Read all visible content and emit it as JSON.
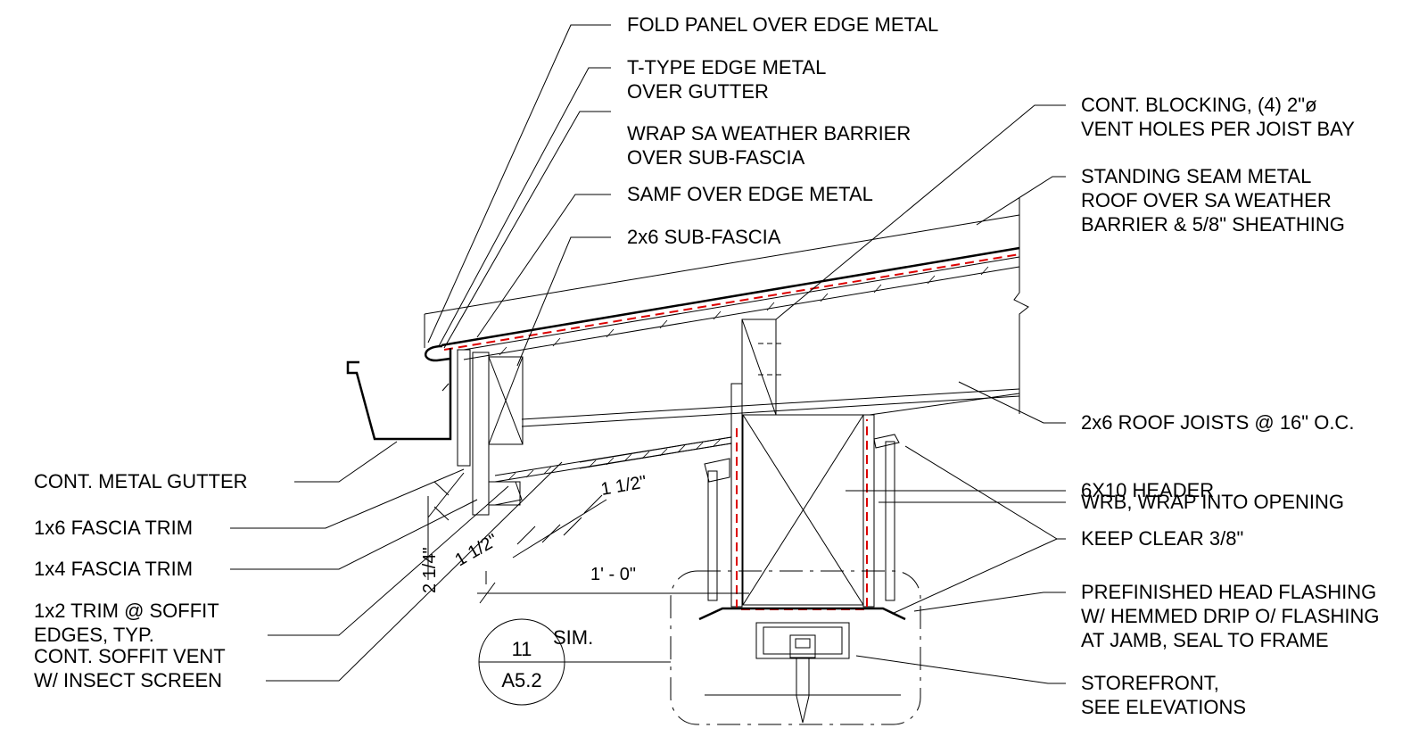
{
  "labels_left": [
    {
      "id": "cont-metal-gutter",
      "lines": [
        "CONT. METAL GUTTER"
      ]
    },
    {
      "id": "1x6-fascia-trim",
      "lines": [
        "1x6 FASCIA TRIM"
      ]
    },
    {
      "id": "1x4-fascia-trim",
      "lines": [
        "1x4 FASCIA TRIM"
      ]
    },
    {
      "id": "1x2-trim",
      "lines": [
        "1x2 TRIM @ SOFFIT",
        "EDGES, TYP."
      ]
    },
    {
      "id": "cont-soffit-vent",
      "lines": [
        "CONT. SOFFIT VENT",
        "W/ INSECT SCREEN"
      ]
    }
  ],
  "labels_top": [
    {
      "id": "fold-panel",
      "lines": [
        "FOLD PANEL OVER EDGE METAL"
      ]
    },
    {
      "id": "t-type-edge-metal",
      "lines": [
        "T-TYPE EDGE METAL",
        "OVER GUTTER"
      ]
    },
    {
      "id": "wrap-sa-weather-barrier",
      "lines": [
        "WRAP SA WEATHER BARRIER",
        "OVER SUB-FASCIA"
      ]
    },
    {
      "id": "samf",
      "lines": [
        "SAMF OVER EDGE METAL"
      ]
    },
    {
      "id": "2x6-sub-fascia",
      "lines": [
        "2x6 SUB-FASCIA"
      ]
    }
  ],
  "labels_right": [
    {
      "id": "cont-blocking",
      "lines": [
        "CONT. BLOCKING, (4) 2\"ø",
        "VENT HOLES PER JOIST BAY"
      ]
    },
    {
      "id": "standing-seam",
      "lines": [
        "STANDING SEAM METAL",
        "ROOF OVER SA WEATHER",
        "BARRIER & 5/8\" SHEATHING"
      ]
    },
    {
      "id": "roof-joists",
      "lines": [
        "2x6 ROOF JOISTS @ 16\" O.C."
      ]
    },
    {
      "id": "header",
      "lines": [
        "6X10 HEADER"
      ]
    },
    {
      "id": "wrb",
      "lines": [
        "WRB, WRAP INTO OPENING"
      ]
    },
    {
      "id": "keep-clear",
      "lines": [
        "KEEP CLEAR 3/8\""
      ]
    },
    {
      "id": "head-flashing",
      "lines": [
        "PREFINISHED HEAD FLASHING",
        "W/ HEMMED DRIP O/ FLASHING",
        "AT JAMB,  SEAL TO FRAME"
      ]
    },
    {
      "id": "storefront",
      "lines": [
        "STOREFRONT,",
        "SEE ELEVATIONS"
      ]
    }
  ],
  "dimensions": {
    "d1": "1 1/2\"",
    "d2": "1 1/2\"",
    "d3": "2 1/4\"",
    "d4": "1' - 0\""
  },
  "callout": {
    "sim": "SIM.",
    "number": "11",
    "sheet": "A5.2"
  }
}
